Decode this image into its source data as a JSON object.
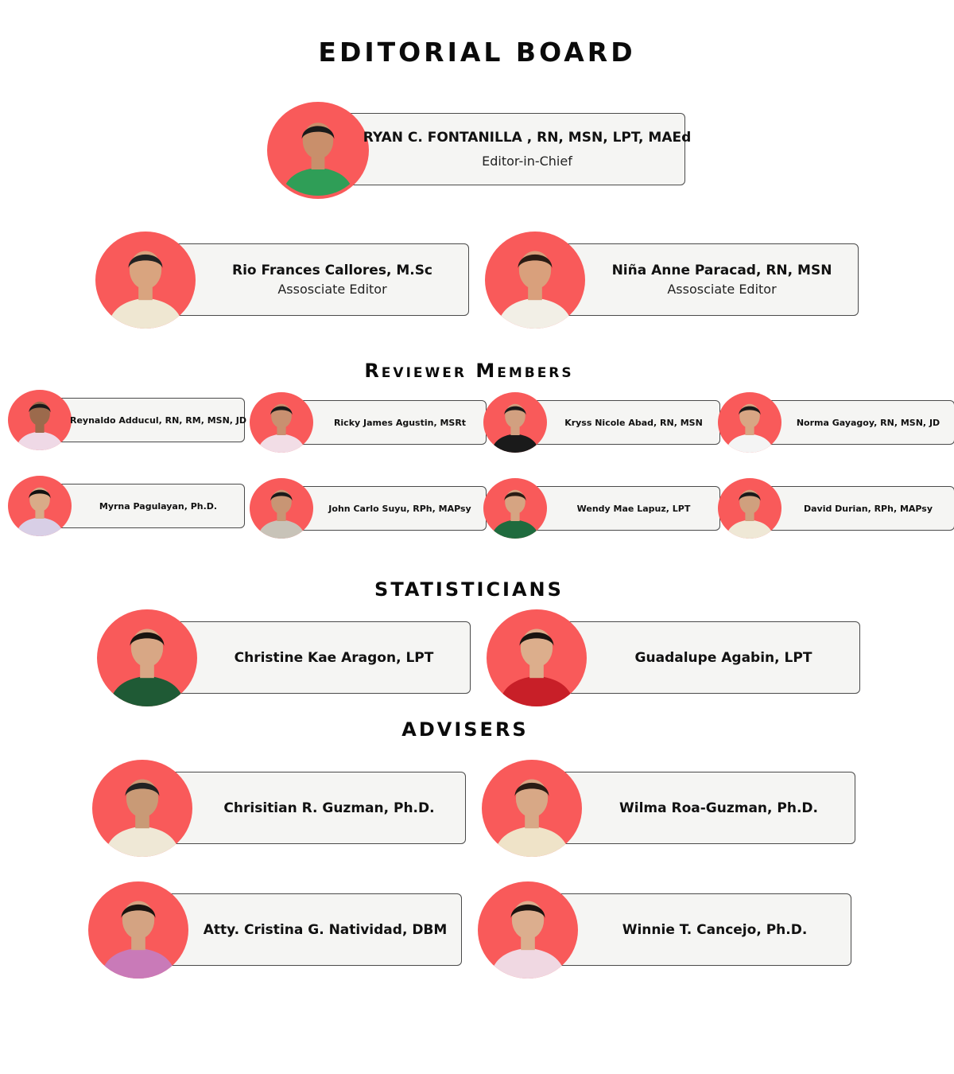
{
  "title": "EDITORIAL BOARD",
  "chief": {
    "name": "RYAN C. FONTANILLA , RN, MSN, LPT, MAEd",
    "role": "Editor-in-Chief"
  },
  "associates": [
    {
      "name": "Rio Frances Callores, M.Sc",
      "role": "Assosciate Editor"
    },
    {
      "name": "Niña Anne Paracad, RN, MSN",
      "role": "Assosciate Editor"
    }
  ],
  "reviewers_heading": "Reviewer Members",
  "reviewers": [
    {
      "name": "Reynaldo Adducul, RN, RM, MSN, JD"
    },
    {
      "name": "Ricky James Agustin, MSRt"
    },
    {
      "name": "Kryss Nicole Abad, RN, MSN"
    },
    {
      "name": "Norma Gayagoy, RN, MSN, JD"
    },
    {
      "name": "Myrna Pagulayan, Ph.D."
    },
    {
      "name": "John Carlo Suyu, RPh, MAPsy"
    },
    {
      "name": "Wendy Mae Lapuz, LPT"
    },
    {
      "name": "David Durian, RPh, MAPsy"
    }
  ],
  "statisticians_heading": "STATISTICIANS",
  "statisticians": [
    {
      "name": "Christine Kae Aragon, LPT"
    },
    {
      "name": "Guadalupe Agabin, LPT"
    }
  ],
  "advisers_heading": "ADVISERS",
  "advisers": [
    {
      "name": "Chrisitian R. Guzman, Ph.D."
    },
    {
      "name": "Wilma Roa-Guzman, Ph.D."
    },
    {
      "name": "Atty. Cristina G. Natividad, DBM"
    },
    {
      "name": "Winnie T. Cancejo, Ph.D."
    }
  ],
  "colors": {
    "accent": "#f95a5a",
    "card_bg": "#f5f5f3",
    "card_border": "#4a4a4a"
  },
  "icons": {
    "portrait": "person-photo-icon"
  }
}
